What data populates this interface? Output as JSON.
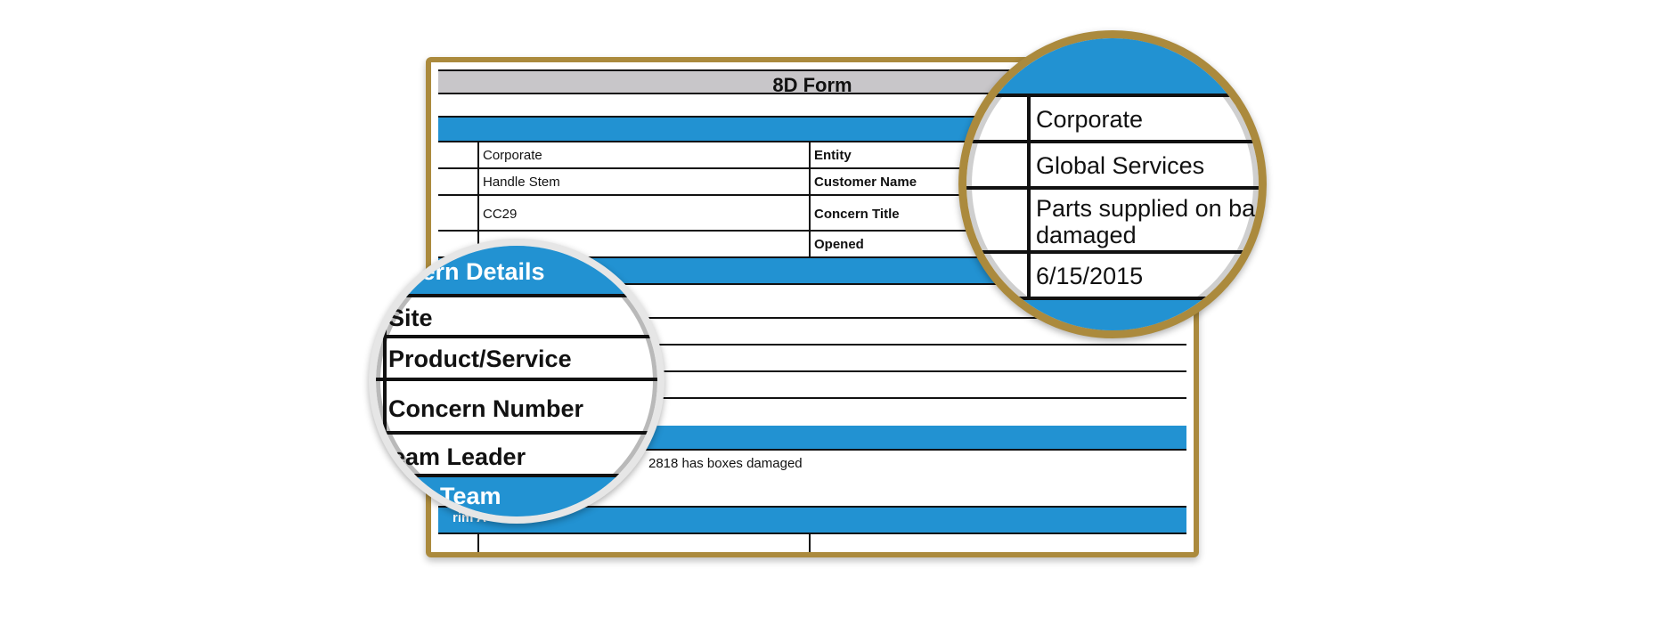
{
  "form": {
    "title": "8D Form",
    "rows": [
      {
        "value": "Corporate",
        "label": "Entity"
      },
      {
        "value": "Handle Stem",
        "label": "Customer Name"
      },
      {
        "value": "CC29",
        "label": "Concern Title"
      },
      {
        "value": "",
        "label": "Opened"
      }
    ],
    "description_fragment": "2818 has boxes damaged",
    "interim_fragment": "rim A"
  },
  "zoom_right": {
    "values": [
      "Corporate",
      "Global Services",
      "Parts supplied on ba",
      "damaged",
      "6/15/2015"
    ]
  },
  "zoom_left": {
    "section_header": "ncern Details",
    "labels": [
      "Site",
      "Product/Service",
      "Concern Number",
      "eam Leader"
    ],
    "team_header": "Team"
  },
  "colors": {
    "accent_blue": "#2292d2",
    "frame_gold": "#ab8a3d",
    "title_gray": "#c8c6c9"
  }
}
